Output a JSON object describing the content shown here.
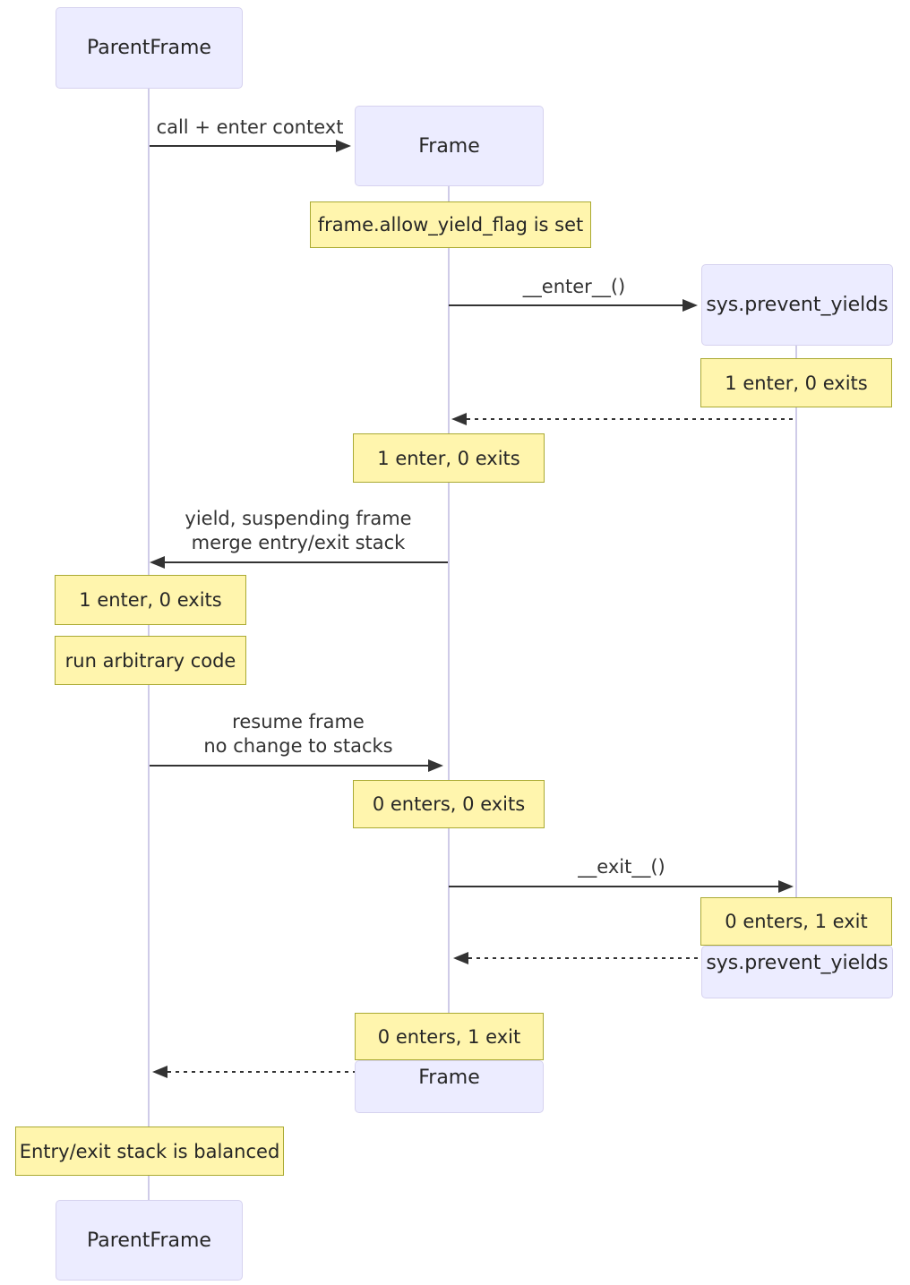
{
  "colors": {
    "actor_fill": "#ECECFF",
    "actor_border": "#D6D2EF",
    "note_fill": "#FFF5AD",
    "note_border": "#AAAA33",
    "lifeline": "#CFCBE8",
    "arrow": "#333333",
    "text": "#262626",
    "background": "#FFFFFF"
  },
  "participants": {
    "parent": {
      "label": "ParentFrame"
    },
    "frame": {
      "label": "Frame"
    },
    "sys": {
      "label": "sys.prevent_yields"
    }
  },
  "messages": {
    "call": {
      "label": "call + enter context",
      "type": "solid"
    },
    "enter": {
      "label": "__enter__()",
      "type": "solid"
    },
    "enter_return": {
      "label": "",
      "type": "dotted"
    },
    "yield": {
      "line1": "yield, suspending frame",
      "line2": "merge entry/exit stack",
      "type": "solid"
    },
    "resume": {
      "line1": "resume frame",
      "line2": "no change to stacks",
      "type": "solid"
    },
    "exit": {
      "label": "__exit__()",
      "type": "solid"
    },
    "exit_return": {
      "label": "",
      "type": "dotted"
    },
    "frame_return": {
      "label": "",
      "type": "dotted"
    }
  },
  "notes": {
    "allow_flag": {
      "text": "frame.allow_yield_flag is set"
    },
    "sys_after_enter": {
      "text": "1 enter, 0 exits"
    },
    "frame_after_enter": {
      "text": "1 enter, 0 exits"
    },
    "parent_after_yield": {
      "text": "1 enter, 0 exits"
    },
    "run_code": {
      "text": "run arbitrary code"
    },
    "frame_after_resume": {
      "text": "0 enters, 0 exits"
    },
    "sys_after_exit": {
      "text": "0 enters, 1 exit"
    },
    "frame_after_exit": {
      "text": "0 enters, 1 exit"
    },
    "balanced": {
      "text": "Entry/exit stack is balanced"
    }
  }
}
